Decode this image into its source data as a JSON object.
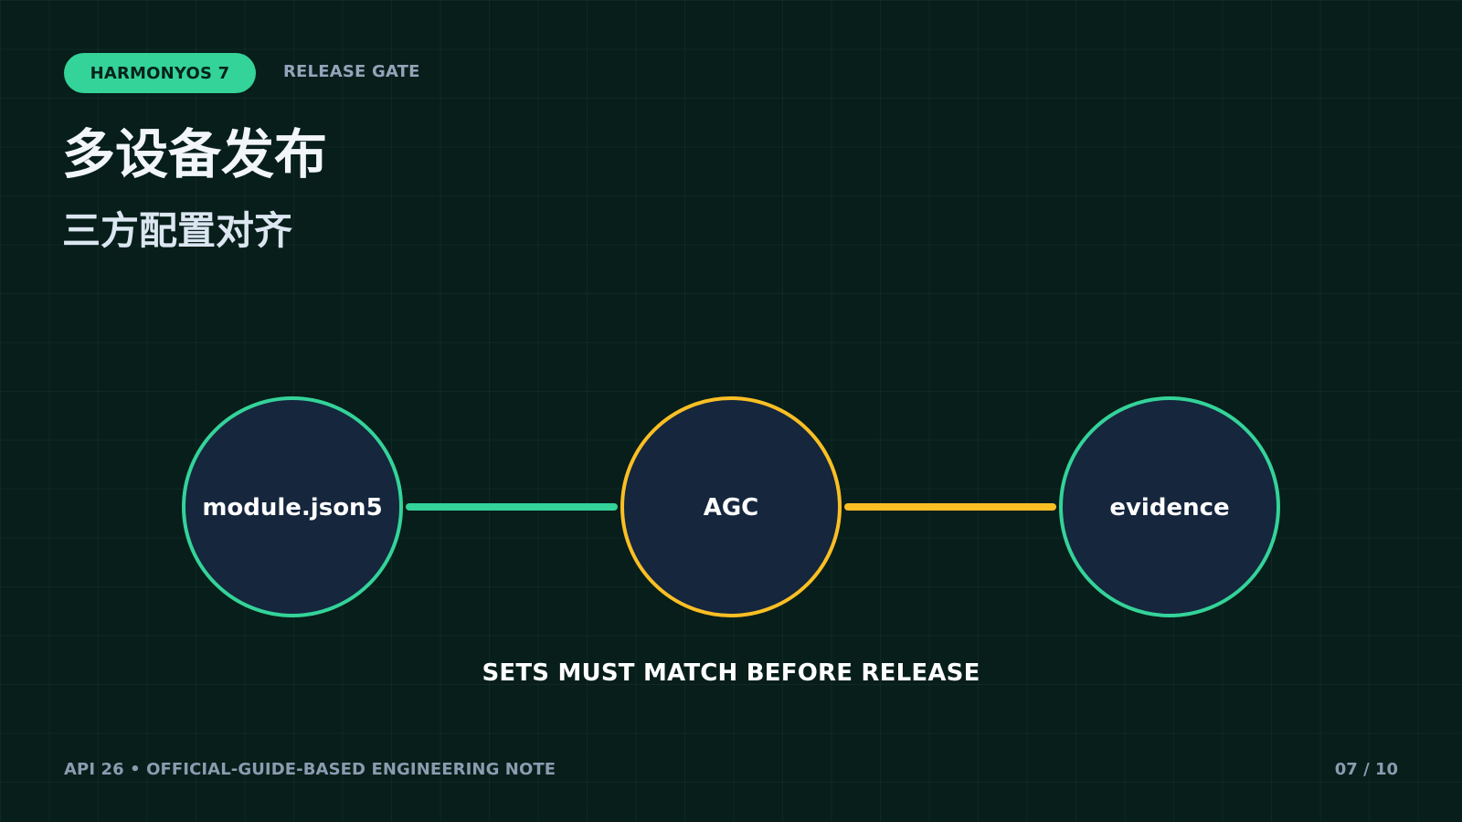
{
  "header": {
    "badge": "HARMONYOS 7",
    "kicker": "RELEASE GATE"
  },
  "title": "多设备发布",
  "subtitle": "三方配置对齐",
  "diagram": {
    "nodes": [
      {
        "label": "module.json5",
        "color": "#34d399"
      },
      {
        "label": "AGC",
        "color": "#fbbf24"
      },
      {
        "label": "evidence",
        "color": "#34d399"
      }
    ],
    "connectors": [
      {
        "from": 0,
        "to": 1,
        "color": "#34d399"
      },
      {
        "from": 1,
        "to": 2,
        "color": "#fbbf24"
      }
    ],
    "node_fill": "#15263d"
  },
  "caption": "SETS MUST MATCH BEFORE RELEASE",
  "footer": {
    "left": "API 26 • OFFICIAL-GUIDE-BASED ENGINEERING NOTE",
    "page": "07 / 10"
  },
  "colors": {
    "background": "#071e1a",
    "accent_green": "#34d399",
    "accent_amber": "#fbbf24"
  }
}
